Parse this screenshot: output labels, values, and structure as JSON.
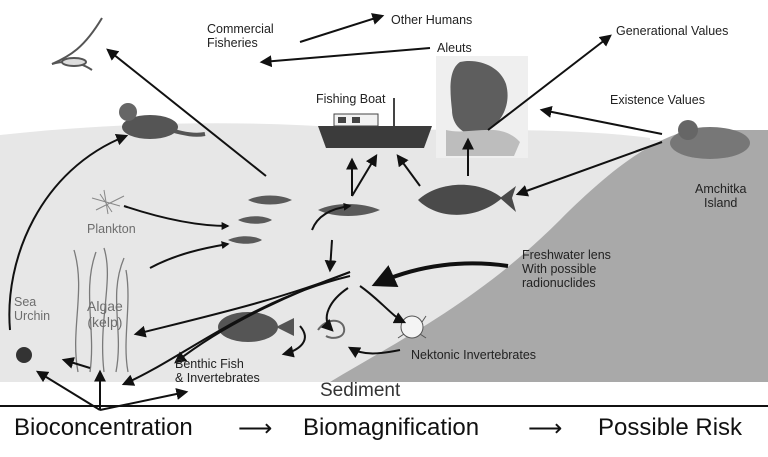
{
  "labels": {
    "commercial_fisheries": "Commercial\nFisheries",
    "other_humans": "Other Humans",
    "aleuts": "Aleuts",
    "generational_values": "Generational Values",
    "existence_values": "Existence Values",
    "fishing_boat": "Fishing Boat",
    "amchitka_island": "Amchitka\nIsland",
    "plankton": "Plankton",
    "freshwater_lens": "Freshwater lens\nWith possible\nradionuclides",
    "sea_urchin": "Sea\nUrchin",
    "algae": "Algae\n(kelp)",
    "benthic_fish": "Benthic Fish\n& Invertebrates",
    "nektonic_invertebrates": "Nektonic Invertebrates",
    "sediment": "Sediment"
  },
  "bottom": {
    "bioconcentration": "Bioconcentration",
    "biomagnification": "Biomagnification",
    "possible_risk": "Possible Risk",
    "arrow": "⟶"
  },
  "colors": {
    "water": "#e7e7e7",
    "island": "#a9a9a9",
    "sediment_line": "#111111",
    "arrow": "#111111"
  },
  "icons": [
    "gull-icon",
    "sea-otter-icon",
    "fishing-boat-icon",
    "aleut-person-photo",
    "sea-lion-icon",
    "large-fish-icon",
    "small-fish-icon",
    "plankton-icon",
    "kelp-icon",
    "sea-urchin-icon",
    "flatfish-icon",
    "shrimp-icon",
    "crab-icon"
  ]
}
